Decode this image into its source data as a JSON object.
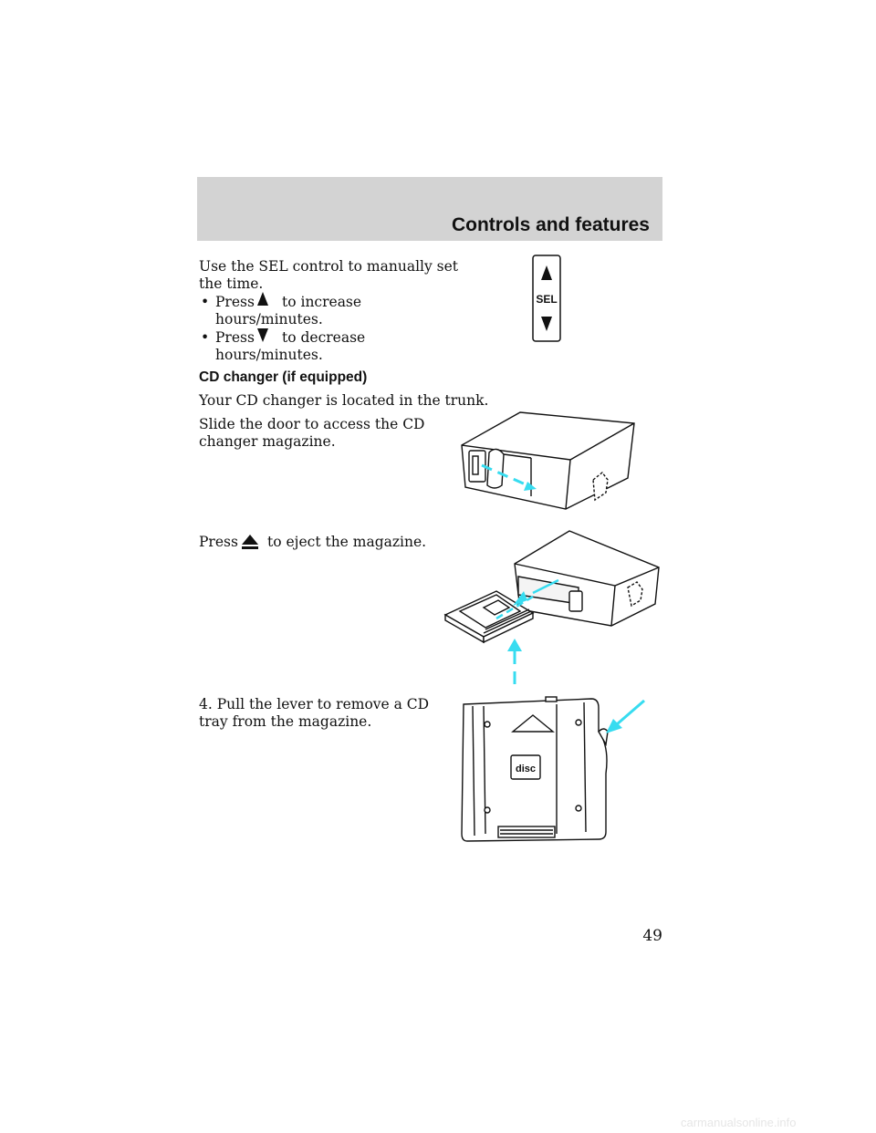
{
  "header": {
    "section_title": "Controls and features"
  },
  "clock": {
    "intro_line1": "Use the SEL control to manually set",
    "intro_line2": "the time.",
    "bullet": "•",
    "press_label": "Press",
    "increase_line1": "to increase",
    "increase_line2": "hours/minutes.",
    "decrease_line1": "to decrease",
    "decrease_line2": "hours/minutes.",
    "sel_button_label": "SEL"
  },
  "cd_changer": {
    "heading": "CD changer (if equipped)",
    "location": "Your CD changer is located in the trunk.",
    "slide_line1": "Slide the door to access the CD",
    "slide_line2": "changer magazine.",
    "press_label": "Press",
    "eject_text": "to eject the magazine.",
    "pull_line1": "4. Pull the lever to remove a CD",
    "pull_line2": "tray from the magazine.",
    "disc_logo": "disc"
  },
  "page_number": "49",
  "footer": {
    "watermark": "carmanualsonline.info"
  },
  "colors": {
    "header_band": "#d3d3d3",
    "arrow_accent": "#37dcf0"
  }
}
